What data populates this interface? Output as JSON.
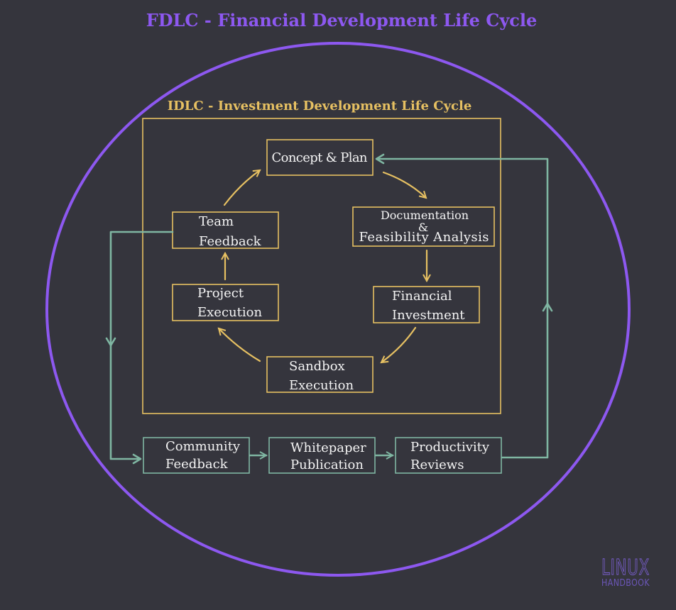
{
  "title": "FDLC - Financial Development Life Cycle",
  "subtitle": "IDLC - Investment Development Life Cycle",
  "cycle": {
    "concept": {
      "text": "Concept & Plan"
    },
    "documentation": {
      "line1": "Documentation",
      "line2": "&",
      "line3": "Feasibility Analysis"
    },
    "financial": {
      "line1": "Financial",
      "line2": "Investment"
    },
    "sandbox": {
      "line1": "Sandbox",
      "line2": "Execution"
    },
    "project": {
      "line1": "Project",
      "line2": "Execution"
    },
    "team": {
      "line1": "Team",
      "line2": "Feedback"
    }
  },
  "outer_flow": {
    "community": {
      "line1": "Community",
      "line2": "Feedback"
    },
    "whitepaper": {
      "line1": "Whitepaper",
      "line2": "Publication"
    },
    "productivity": {
      "line1": "Productivity",
      "line2": "Reviews"
    }
  },
  "logo": {
    "top": "LINUX",
    "bottom": "HANDBOOK"
  },
  "colors": {
    "background": "#35353d",
    "fdlc_purple": "#8d58f0",
    "idlc_yellow": "#e6c062",
    "flow_green": "#7fb6a2",
    "text": "#f4f4f4"
  }
}
